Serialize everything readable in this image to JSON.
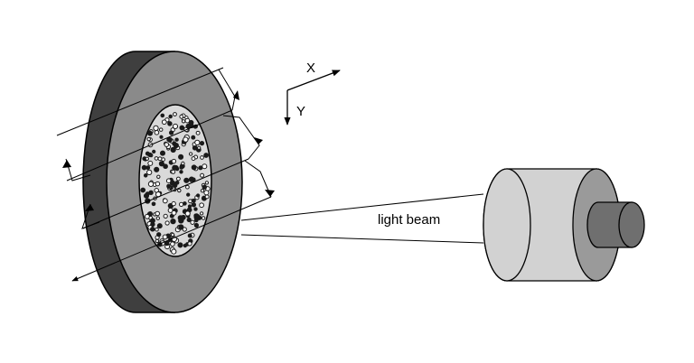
{
  "labels": {
    "x_axis": "X",
    "y_axis": "Y",
    "beam": "light beam"
  },
  "colors": {
    "disk_rim": "#3f3f3f",
    "disk_face": "#8a8a8a",
    "sample_area": "#d9d9d9",
    "particles": "#1a1a1a",
    "lens_body": "#d2d2d2",
    "lens_mid": "#9a9a9a",
    "lens_small": "#6f6f6f",
    "stroke": "#000000"
  }
}
